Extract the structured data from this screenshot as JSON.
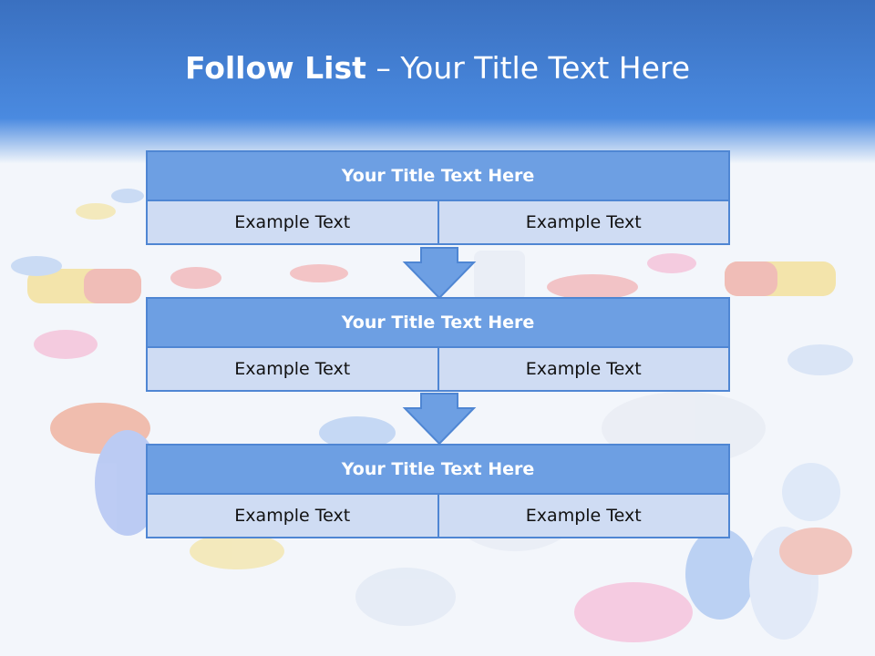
{
  "slide": {
    "title_bold": "Follow List",
    "title_rest": " – Your Title Text Here"
  },
  "blocks": [
    {
      "title": "Your Title Text Here",
      "cells": [
        "Example Text",
        "Example Text"
      ]
    },
    {
      "title": "Your Title Text Here",
      "cells": [
        "Example Text",
        "Example Text"
      ]
    },
    {
      "title": "Your Title Text Here",
      "cells": [
        "Example Text",
        "Example Text"
      ]
    }
  ],
  "colors": {
    "header_blue": "#4a86d8",
    "block_title": "#6d9fe3",
    "block_cell": "#cfdcf3",
    "block_border": "#4f86d3"
  }
}
